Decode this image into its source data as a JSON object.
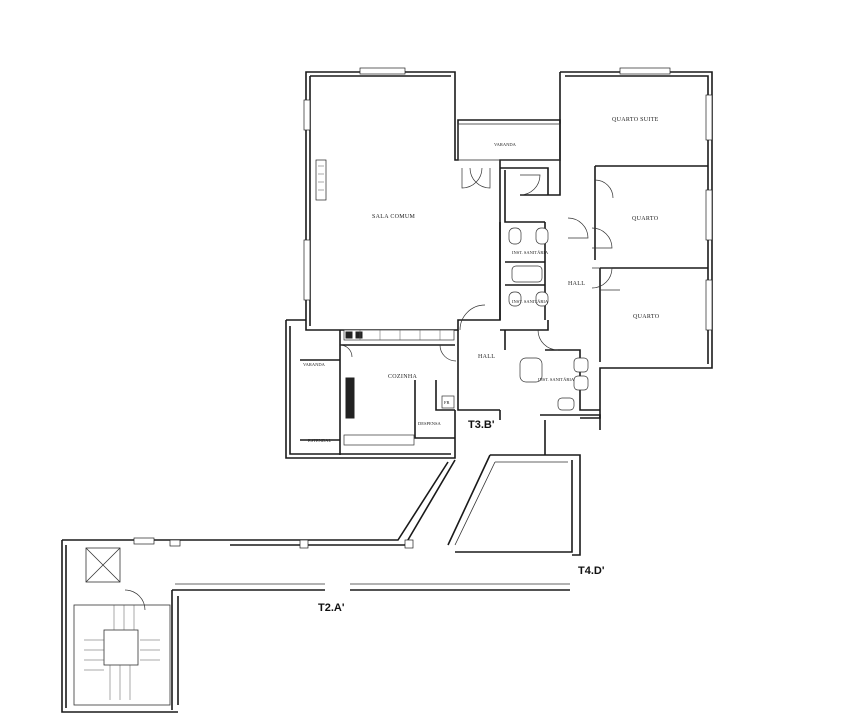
{
  "rooms": {
    "sala_comum": "SALA COMUM",
    "quarto_suite": "QUARTO SUITE",
    "quarto_1": "QUARTO",
    "quarto_2": "QUARTO",
    "hall_right": "HALL",
    "hall_center": "HALL",
    "cozinha": "COZINHA",
    "varanda_top": "VARANDA",
    "varanda_left": "VARANDA",
    "estendal": "ESTENDAL",
    "despensa": "DESPENSA",
    "instalacao_sanitaria_1": "INST. SANITÁRIA",
    "instalacao_sanitaria_2": "INST. SANITÁRIA",
    "instalacao_sanitaria_3": "INST. SANITÁRIA",
    "fr": "FR"
  },
  "units": {
    "t3b": "T3.B'",
    "t4d": "T4.D'",
    "t2a": "T2.A'"
  }
}
